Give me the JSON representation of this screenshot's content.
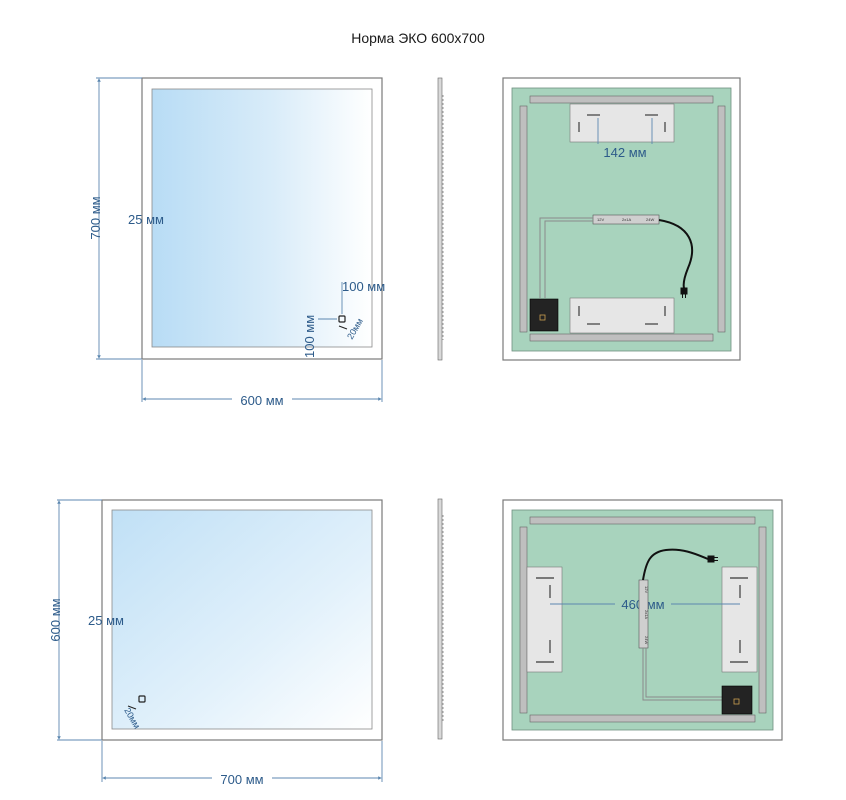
{
  "title": "Норма ЭКО 600х700",
  "top_view": {
    "height_label": "700 мм",
    "width_label": "600 мм",
    "frame_label": "25 мм",
    "sensor_offset_x_label": "100 мм",
    "sensor_offset_y_label": "100 мм",
    "sensor_size_label": "20мм",
    "bracket_spacing_label": "142 мм"
  },
  "bottom_view": {
    "height_label": "600 мм",
    "width_label": "700 мм",
    "frame_label": "25 мм",
    "sensor_size_label": "20мм",
    "bracket_spacing_label": "460 мм"
  },
  "colors": {
    "glass_gradient_start": "#b8dcf5",
    "glass_gradient_end": "#ffffff",
    "back_panel": "#a8d3bd",
    "dimension_text": "#2d5b8a"
  },
  "icons": [
    "touch-sensor-icon",
    "power-plug-icon"
  ]
}
